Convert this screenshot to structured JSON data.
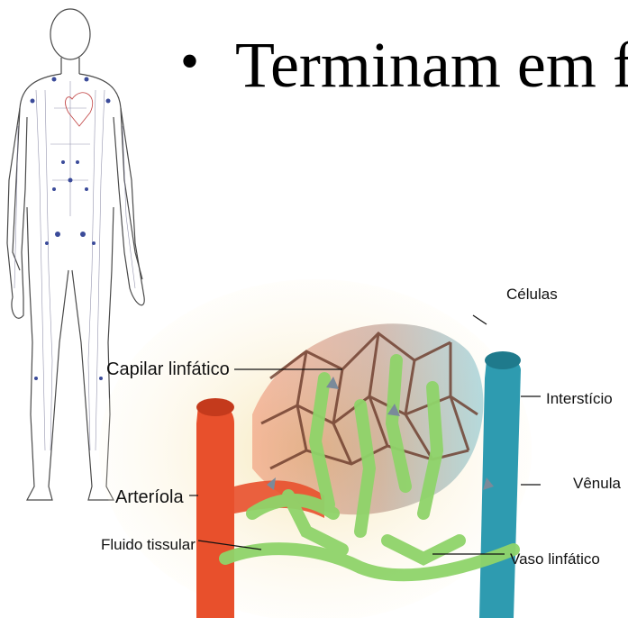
{
  "slide": {
    "bullet_text": "Terminam em fu",
    "bullet_symbol": "•"
  },
  "figure": {
    "labels": {
      "celulas": "Células",
      "capilar_linfatico": "Capilar linfático",
      "intersticio": "Interstício",
      "arteriola": "Arteríola",
      "venula": "Vênula",
      "fluido_tissular": "Fluido tissular",
      "vaso_linfatico": "Vaso linfático"
    },
    "colors": {
      "arteriole": "#e8502c",
      "venule": "#2e9bb0",
      "lymph": "#8fd46a",
      "interstitium": "#f6e7b8",
      "capillary_mesh": "#6b3a2a"
    }
  }
}
